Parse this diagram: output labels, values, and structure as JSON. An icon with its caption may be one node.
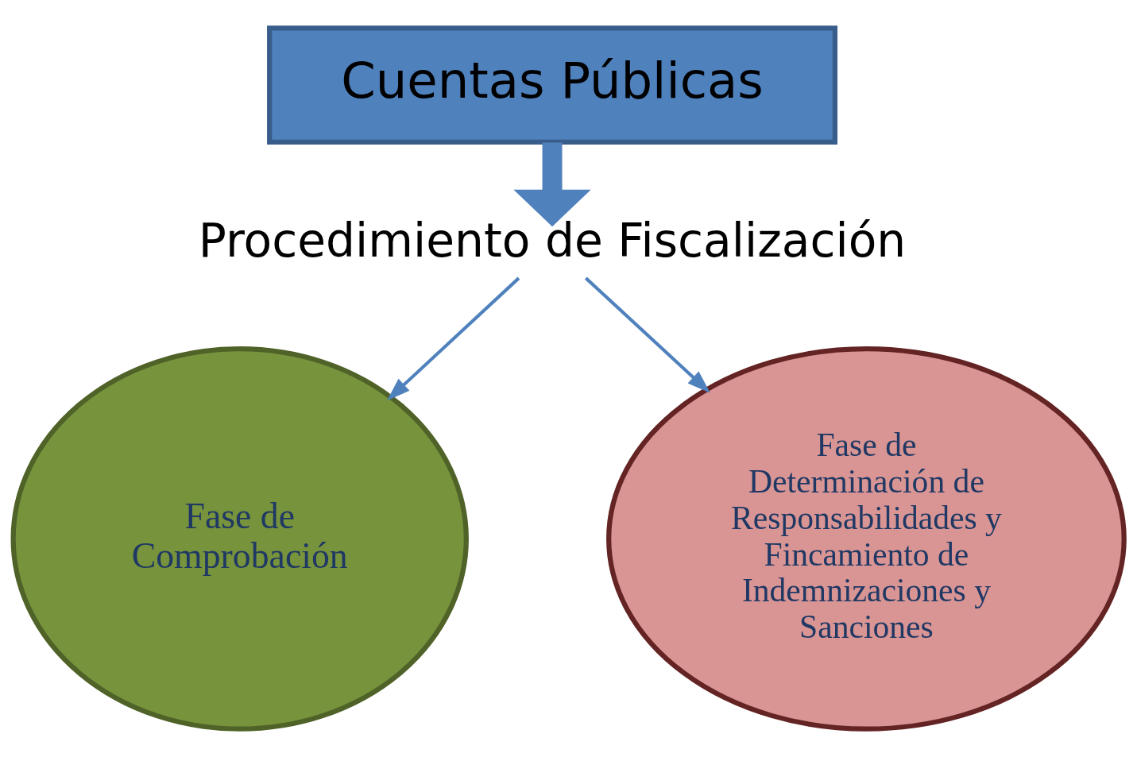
{
  "diagram": {
    "nodes": [
      {
        "text": [
          "Cuentas Públicas"
        ]
      },
      {
        "text": [
          "Procedimiento de Fiscalización"
        ]
      },
      {
        "text": [
          "Fase de Comprobación"
        ]
      },
      {
        "text": [
          "Fase de Determinación de Responsabilidades y Fincamiento de Indemnizaciones y Sanciones"
        ]
      }
    ],
    "edges": [
      {
        "from": 0,
        "to": 1,
        "arrow": "to",
        "style": "thick"
      },
      {
        "from": 1,
        "to": 2,
        "arrow": "to"
      },
      {
        "from": 1,
        "to": 3,
        "arrow": "to"
      }
    ]
  }
}
